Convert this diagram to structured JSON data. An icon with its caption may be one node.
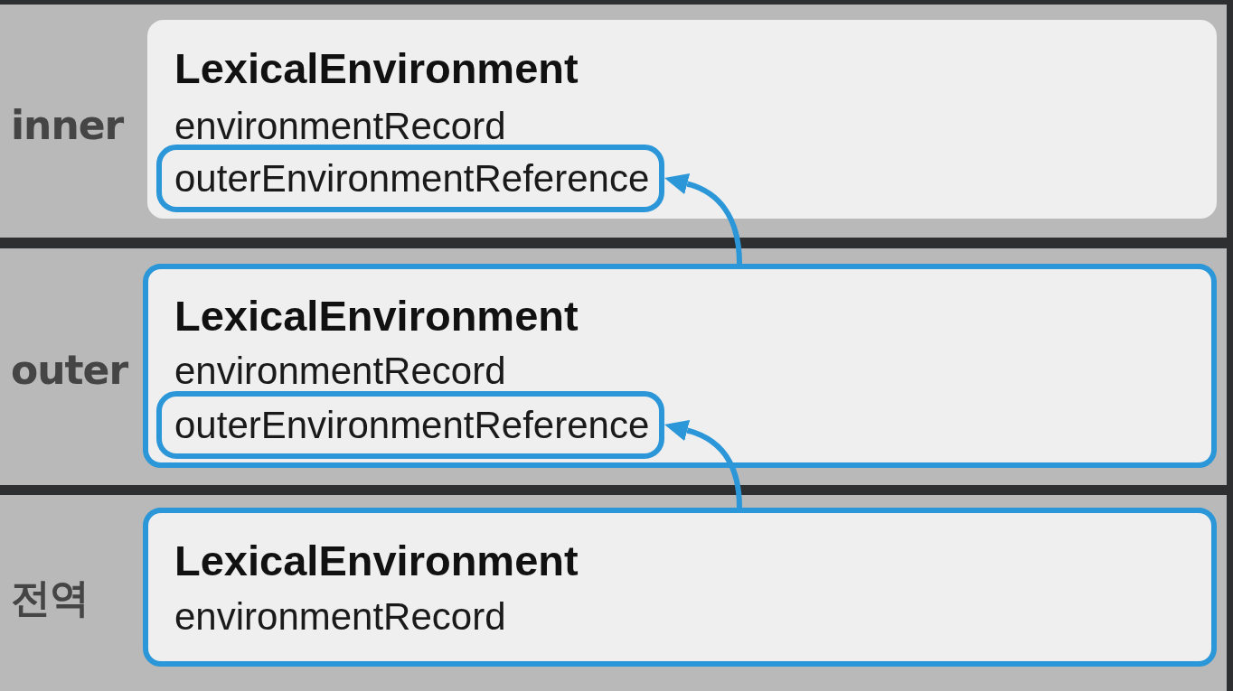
{
  "diagram": {
    "nodes": [
      {
        "text": [
          "inner"
        ]
      },
      {
        "text": [
          "LexicalEnvironment",
          "environmentRecord"
        ],
        "in": 0
      },
      {
        "text": [
          "outerEnvironmentReference"
        ],
        "in": 1
      },
      {
        "text": [
          "outer"
        ]
      },
      {
        "text": [
          "LexicalEnvironment",
          "environmentRecord"
        ],
        "in": 3
      },
      {
        "text": [
          "outerEnvironmentReference"
        ],
        "in": 4
      },
      {
        "text": [
          "전역"
        ]
      },
      {
        "text": [
          "LexicalEnvironment",
          "environmentRecord"
        ],
        "in": 6
      }
    ],
    "edges": [
      {
        "from": 4,
        "to": 2,
        "arrow": "to"
      },
      {
        "from": 7,
        "to": 5,
        "arrow": "to"
      }
    ]
  }
}
